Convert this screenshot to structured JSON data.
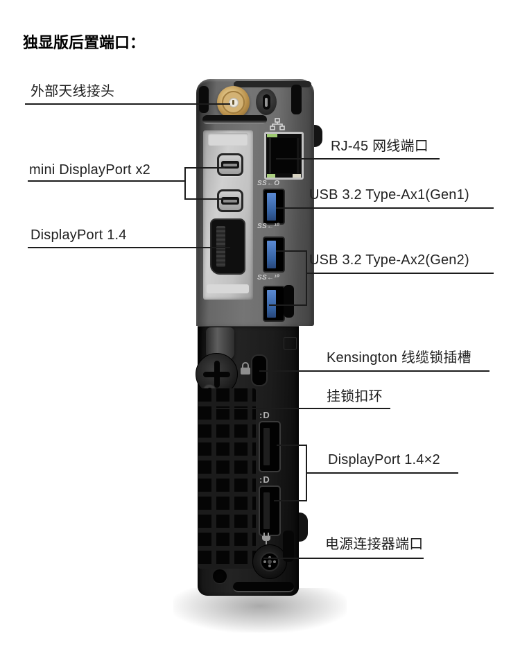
{
  "header": {
    "title": "独显版后置端口："
  },
  "labels": {
    "antenna": "外部天线接头",
    "mini_dp": "mini DisplayPort x2",
    "dp14": "DisplayPort 1.4",
    "rj45": "RJ-45 网线端口",
    "usb_gen1": "USB 3.2 Type-Ax1(Gen1)",
    "usb_gen2": "USB 3.2 Type-Ax2(Gen2)",
    "kensington": "Kensington 线缆锁插槽",
    "padlock": "挂锁扣环",
    "dp_x2": "DisplayPort 1.4×2",
    "power": "电源连接器端口"
  },
  "device": {
    "usb_logos": [
      "SS←O",
      "SS←¹⁰",
      "SS←¹⁰"
    ],
    "dp_logo": ":D",
    "colors": {
      "usb_blue": "#3a6bb5",
      "antenna_gold": "#c9a05a",
      "led_green": "#9dc96f",
      "plate_silver": "#c6c6c6",
      "body_gray": "#6a6a6a",
      "body_black": "#181818",
      "leader_line": "#1c1c1c"
    }
  }
}
